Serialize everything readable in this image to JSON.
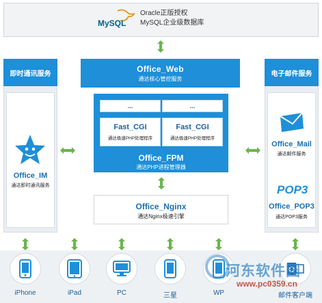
{
  "top": {
    "logo_text": "MySQL",
    "line1": "Oracle正版授权",
    "line2": "MySQL企业级数据库"
  },
  "left_panel": {
    "header": "即时通讯服务",
    "title": "Office_IM",
    "subtitle": "通达即时通讯服务"
  },
  "right_panel": {
    "header": "电子邮件服务",
    "mail_title": "Office_Mail",
    "mail_subtitle": "通达邮件服务",
    "pop3_logo": "POP3",
    "pop3_title": "Office_POP3",
    "pop3_subtitle": "通达POP3服务"
  },
  "web": {
    "title": "Office_Web",
    "subtitle": "通达核心管控服务"
  },
  "fpm": {
    "dots": [
      "...",
      "..."
    ],
    "cgi": [
      {
        "title": "Fast_CGI",
        "subtitle": "通达极速PHP处理程序"
      },
      {
        "title": "Fast_CGI",
        "subtitle": "通达极速PHP处理程序"
      }
    ],
    "title": "Office_FPM",
    "subtitle": "通达PHP进程管理器"
  },
  "nginx": {
    "title": "Office_Nginx",
    "subtitle": "通达Nginx极速引擎"
  },
  "devices": [
    {
      "label": "iPhone",
      "icon": "phone-icon"
    },
    {
      "label": "iPad",
      "icon": "tablet-icon"
    },
    {
      "label": "PC",
      "icon": "monitor-icon"
    },
    {
      "label": "三星",
      "icon": "phone-icon"
    },
    {
      "label": "WP",
      "icon": "phone-icon"
    },
    {
      "label": "邮件客户端",
      "icon": "outlook-icon"
    }
  ],
  "watermark": {
    "text": "河东软件园",
    "url": "www.pc0359.cn"
  },
  "colors": {
    "primary": "#1e8fd8",
    "arrow": "#6ab54a",
    "panel_bg": "#e9eef3"
  }
}
